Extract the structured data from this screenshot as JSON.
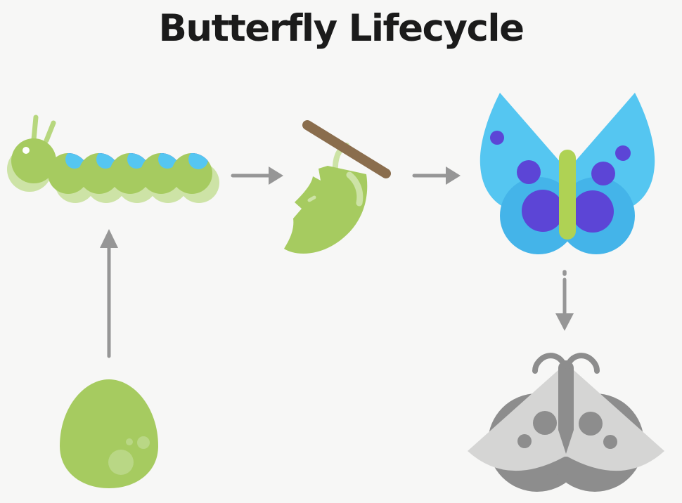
{
  "title": {
    "text": "Butterfly Lifecycle"
  },
  "colors": {
    "background": "#f7f7f6",
    "title_text": "#1b1b1b",
    "green": "#a6cb60",
    "green_shadow": "#cde3a6",
    "green_soft": "#b7d77e",
    "green_highlight": "#b9d785",
    "butterfly_body_green": "#afd254",
    "sky_blue": "#55c6f1",
    "deep_blue": "#44b4e9",
    "purple": "#5c45d6",
    "indigo": "#5533da",
    "brown": "#8a6d4d",
    "arrow_gray": "#969696",
    "moth_light_gray": "#d5d5d4",
    "moth_dark_gray": "#8d8d8d",
    "eye_white": "#ffffff"
  },
  "diagram": {
    "stages": [
      {
        "id": "egg",
        "icon": "egg-icon"
      },
      {
        "id": "caterpillar",
        "icon": "caterpillar-icon"
      },
      {
        "id": "chrysalis",
        "icon": "chrysalis-icon"
      },
      {
        "id": "butterfly",
        "icon": "butterfly-icon"
      },
      {
        "id": "moth",
        "icon": "moth-icon"
      }
    ],
    "arrows": [
      {
        "from": "egg",
        "to": "caterpillar",
        "direction": "up",
        "icon": "arrow-up-icon"
      },
      {
        "from": "caterpillar",
        "to": "chrysalis",
        "direction": "right",
        "icon": "arrow-right-icon"
      },
      {
        "from": "chrysalis",
        "to": "butterfly",
        "direction": "right",
        "icon": "arrow-right-icon"
      },
      {
        "from": "butterfly",
        "to": "moth",
        "direction": "down",
        "icon": "arrow-down-icon"
      }
    ]
  }
}
